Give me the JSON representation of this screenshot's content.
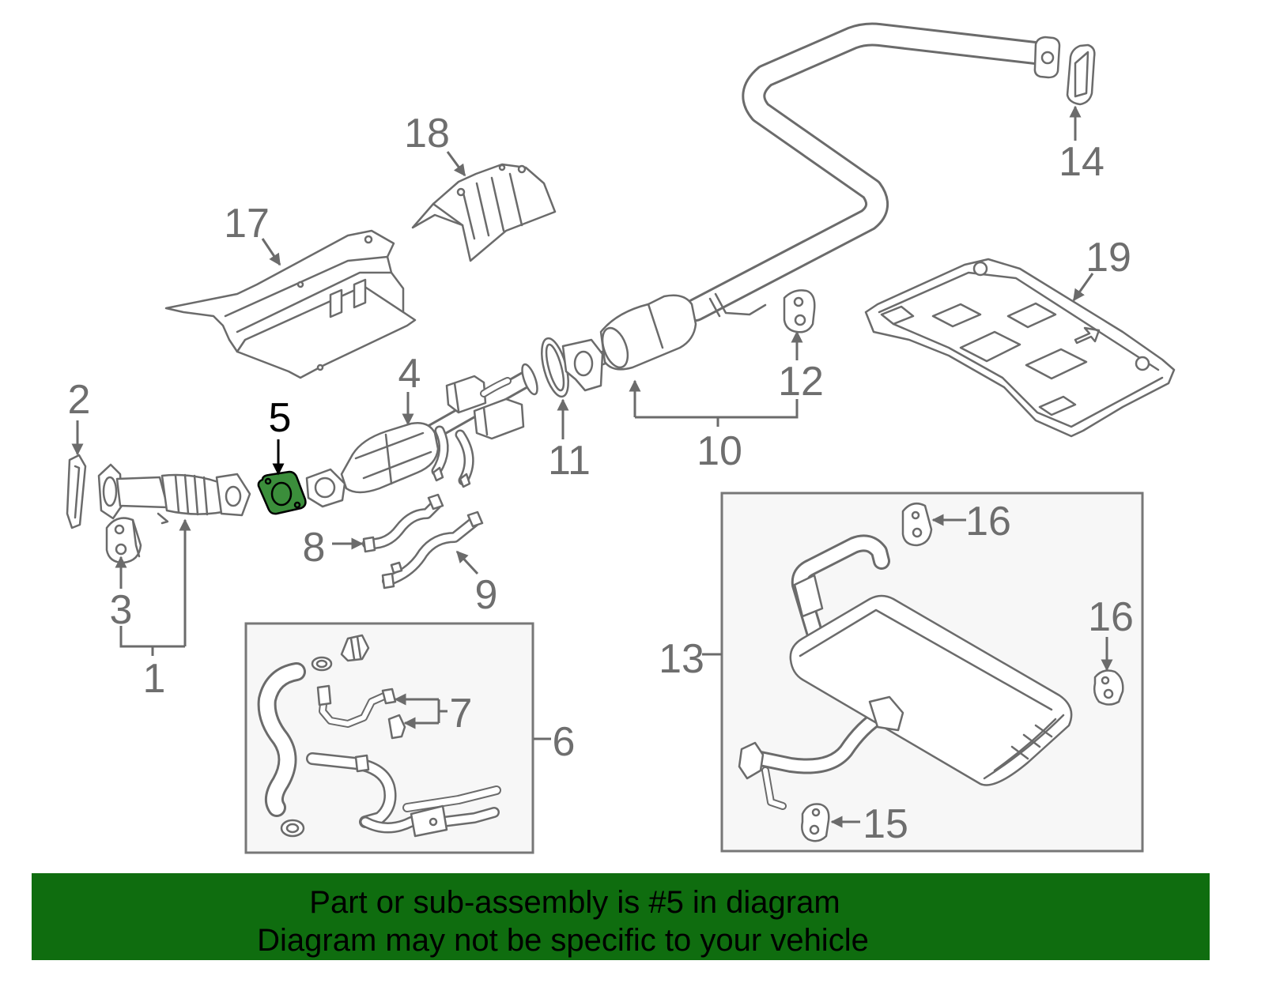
{
  "diagram": {
    "callouts": {
      "c1": "1",
      "c2": "2",
      "c3": "3",
      "c4": "4",
      "c5": "5",
      "c6": "6",
      "c7": "7",
      "c8": "8",
      "c9": "9",
      "c10": "10",
      "c11": "11",
      "c12": "12",
      "c13": "13",
      "c14": "14",
      "c15": "15",
      "c16_top": "16",
      "c16_right": "16",
      "c17": "17",
      "c18": "18",
      "c19": "19"
    },
    "colors": {
      "line": "#6b6b6b",
      "highlight_fill": "#3b8e3b",
      "highlight_stroke": "#000000",
      "box_fill": "#f7f7f7"
    }
  },
  "banner": {
    "line1": "Part or sub-assembly is #5 in diagram",
    "line2": "Diagram may not be specific to your vehicle",
    "background": "#0f6d0f",
    "text_color": "#000000"
  }
}
